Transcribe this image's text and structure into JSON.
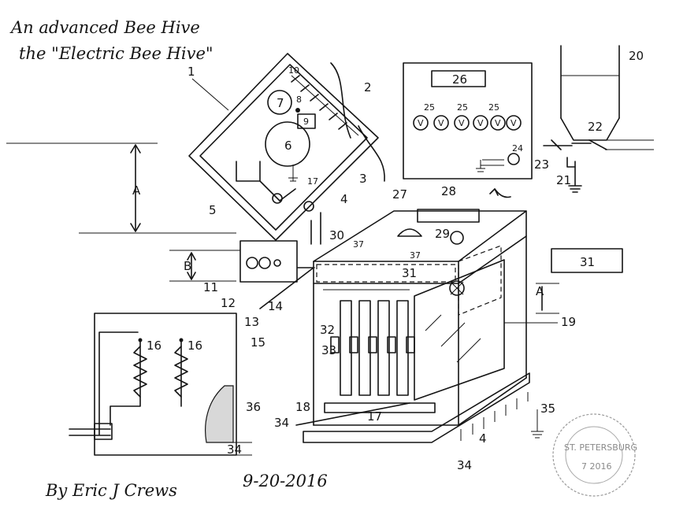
{
  "title": {
    "line1": "An advanced Bee Hive",
    "line2": "the \"Electric Bee Hive\""
  },
  "signature": {
    "author": "By Eric J Crews",
    "date": "9-20-2016"
  },
  "dimensions": {
    "A": "A",
    "B": "B"
  },
  "controller": {
    "display_number": "26",
    "meters": [
      "V",
      "V",
      "V",
      "V",
      "V",
      "V"
    ],
    "meter_callouts": [
      "25",
      "25",
      "25"
    ],
    "switch_callout": "24"
  },
  "callouts": {
    "n1": "1",
    "n2": "2",
    "n3": "3",
    "n4": "4",
    "n4b": "4",
    "n5": "5",
    "n6": "6",
    "n7": "7",
    "n8": "8",
    "n9": "9",
    "n10": "10",
    "n11": "11",
    "n12": "12",
    "n13": "13",
    "n14": "14",
    "n15": "15",
    "n16a": "16",
    "n16b": "16",
    "n17a": "17",
    "n17b": "17",
    "n18": "18",
    "n19": "19",
    "n20": "20",
    "n21": "21",
    "n22": "22",
    "n23": "23",
    "n27": "27",
    "n28": "28",
    "n29": "29",
    "n30": "30",
    "n31a": "31",
    "n31b": "31",
    "n32": "32",
    "n33": "33",
    "n34a": "34",
    "n34b": "34",
    "n34c": "34",
    "n35": "35",
    "n36": "36",
    "n37a": "37",
    "n37b": "37"
  },
  "stamp": {
    "text": "ST. PETERSBURG",
    "date": "7 2016"
  }
}
